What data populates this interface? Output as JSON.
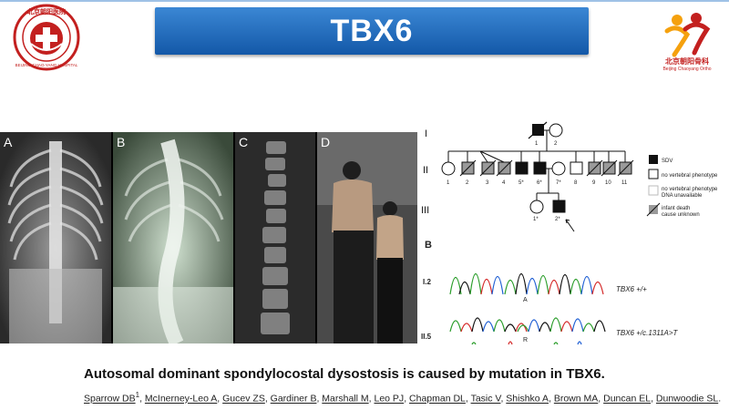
{
  "slide": {
    "title": "TBX6",
    "caption": "Autosomal dominant spondylocostal dysostosis is caused by mutation in TBX6.",
    "authors": [
      "Sparrow DB",
      "McInerney-Leo A",
      "Gucev ZS",
      "Gardiner B",
      "Marshall M",
      "Leo PJ",
      "Chapman DL",
      "Tasic V",
      "Shishko A",
      "Brown MA",
      "Duncan EL",
      "Dunwoodie SL"
    ],
    "first_author_superscript": "1",
    "authors_trailing": "."
  },
  "logos": {
    "left_name": "hospital-seal-logo",
    "right_text": "北京朝阳骨科",
    "right_subtext": "Beijing Chaoyang Ortho"
  },
  "figure_panels": [
    {
      "label": "A"
    },
    {
      "label": "B"
    },
    {
      "label": "C"
    },
    {
      "label": "D"
    }
  ],
  "pedigree": {
    "generations": [
      "I",
      "II",
      "III"
    ],
    "gen1_ids": [
      "1",
      "2"
    ],
    "gen2_ids": [
      "1",
      "2",
      "3",
      "4",
      "5*",
      "6*",
      "7*",
      "8",
      "9",
      "10",
      "11"
    ],
    "gen3_ids": [
      "1*",
      "2*"
    ],
    "legend": {
      "sdv": "SDV",
      "no_phenotype": "no vertebral phenotype",
      "no_phenotype_dna_1": "no vertebral phenotype",
      "no_phenotype_dna_2": "DNA unavailable",
      "infant_death_1": "infant death",
      "infant_death_2": "cause unknown"
    },
    "panel_b_label": "B",
    "traces": [
      {
        "row": "I.2",
        "genotype": "TBX6 +/+",
        "base": "A"
      },
      {
        "row": "II.5",
        "genotype": "TBX6 +/c.1311A>T",
        "base": "R"
      }
    ]
  },
  "colors": {
    "banner_top": "#3b87d4",
    "banner_bottom": "#1358a8",
    "logo_red": "#c3201f"
  }
}
